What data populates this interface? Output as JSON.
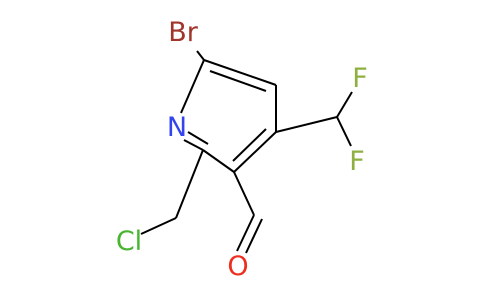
{
  "molecule": {
    "atoms": {
      "br": {
        "text": "Br",
        "color": "#a0352b"
      },
      "n": {
        "text": "N",
        "color": "#3343ee"
      },
      "f_top": {
        "text": "F",
        "color": "#8fb041"
      },
      "f_bottom": {
        "text": "F",
        "color": "#8fb041"
      },
      "cl": {
        "text": "Cl",
        "color": "#47b530"
      },
      "o": {
        "text": "O",
        "color": "#ee2f1f"
      }
    },
    "bond_color": "#000000"
  }
}
